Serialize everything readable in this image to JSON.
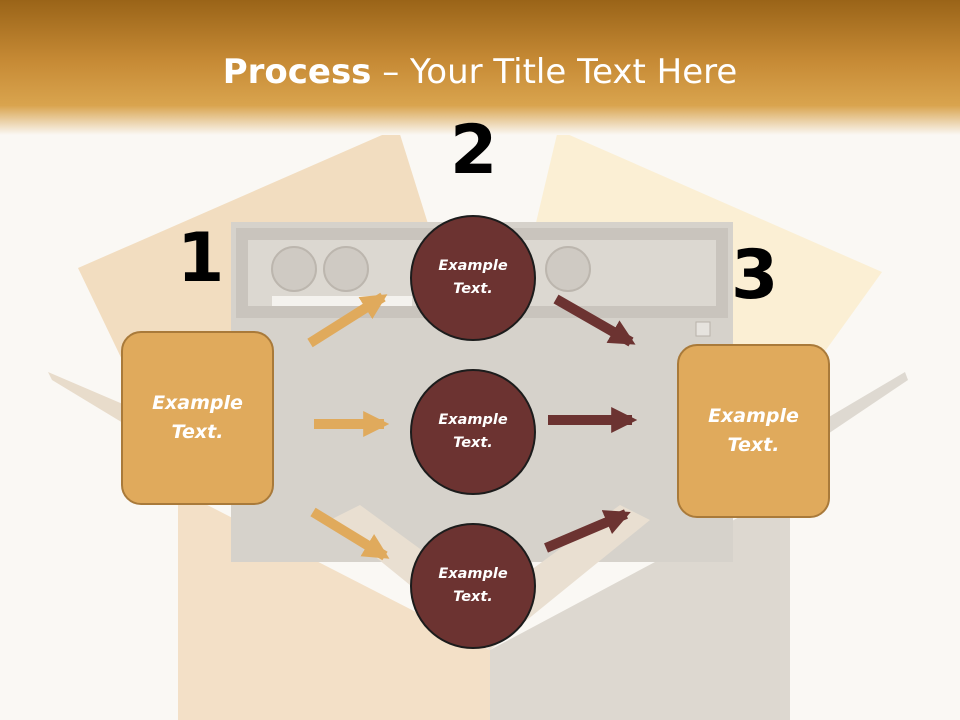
{
  "header": {
    "title_bold": "Process",
    "title_rest": " – Your Title Text Here"
  },
  "steps": {
    "step1_number": "1",
    "step2_number": "2",
    "step3_number": "3"
  },
  "left_box": {
    "text": "Example Text."
  },
  "right_box": {
    "text": "Example Text."
  },
  "circles": [
    {
      "text": "Example Text."
    },
    {
      "text": "Example Text."
    },
    {
      "text": "Example Text."
    }
  ],
  "colors": {
    "header_dark": "#9a6418",
    "header_light": "#d9a44e",
    "box_fill": "#e0aa5c",
    "box_border": "#a97a3a",
    "circle_fill": "#6c3331",
    "arrow_orange": "#e0aa5c",
    "arrow_maroon": "#6c3331"
  }
}
